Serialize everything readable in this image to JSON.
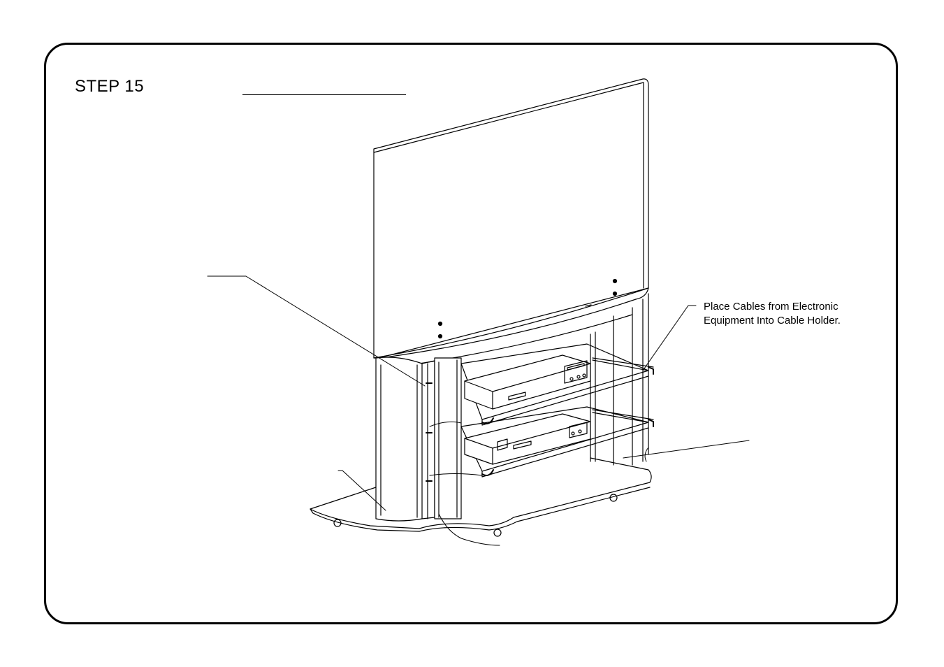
{
  "step": {
    "title": "STEP 15"
  },
  "callout": {
    "line1": "Place Cables from Electronic",
    "line2": "Equipment Into Cable Holder."
  },
  "colors": {
    "ink": "#000000",
    "paper": "#ffffff",
    "tv_screen": "#ffffff"
  },
  "icons": [
    "tv-stand-illustration",
    "cable-holder",
    "shelf-component"
  ]
}
